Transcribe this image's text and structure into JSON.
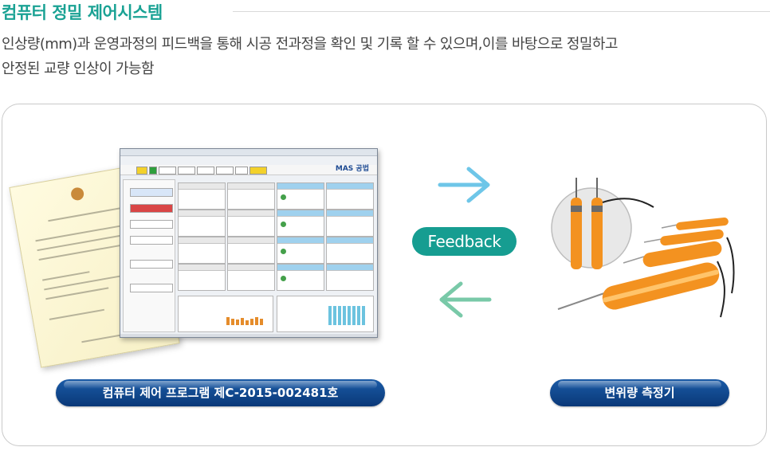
{
  "header": {
    "title": "컴퓨터 정밀 제어시스템",
    "desc_line1": "인상량(mm)과 운영과정의 피드백을 통해 시공 전과정을 확인 및 기록 할 수 있으며,이를 바탕으로 정밀하고",
    "desc_line2": "안정된 교량 인상이 가능함"
  },
  "panel": {
    "feedback_label": "Feedback",
    "left_caption": "컴퓨터 제어 프로그램 제C-2015-002481호",
    "right_caption": "변위량 측정기",
    "software_brand": "MAS 공법"
  },
  "colors": {
    "accent": "#1aa294",
    "feedback_bg": "#169d91",
    "caption_blue": "#0a3878",
    "arrow_top": "#6ec6e8",
    "arrow_bottom": "#79c9a8",
    "sensor_orange": "#f08a1e"
  },
  "icons": {
    "arrow_right": "arrow-right-icon",
    "arrow_left": "arrow-left-icon"
  }
}
